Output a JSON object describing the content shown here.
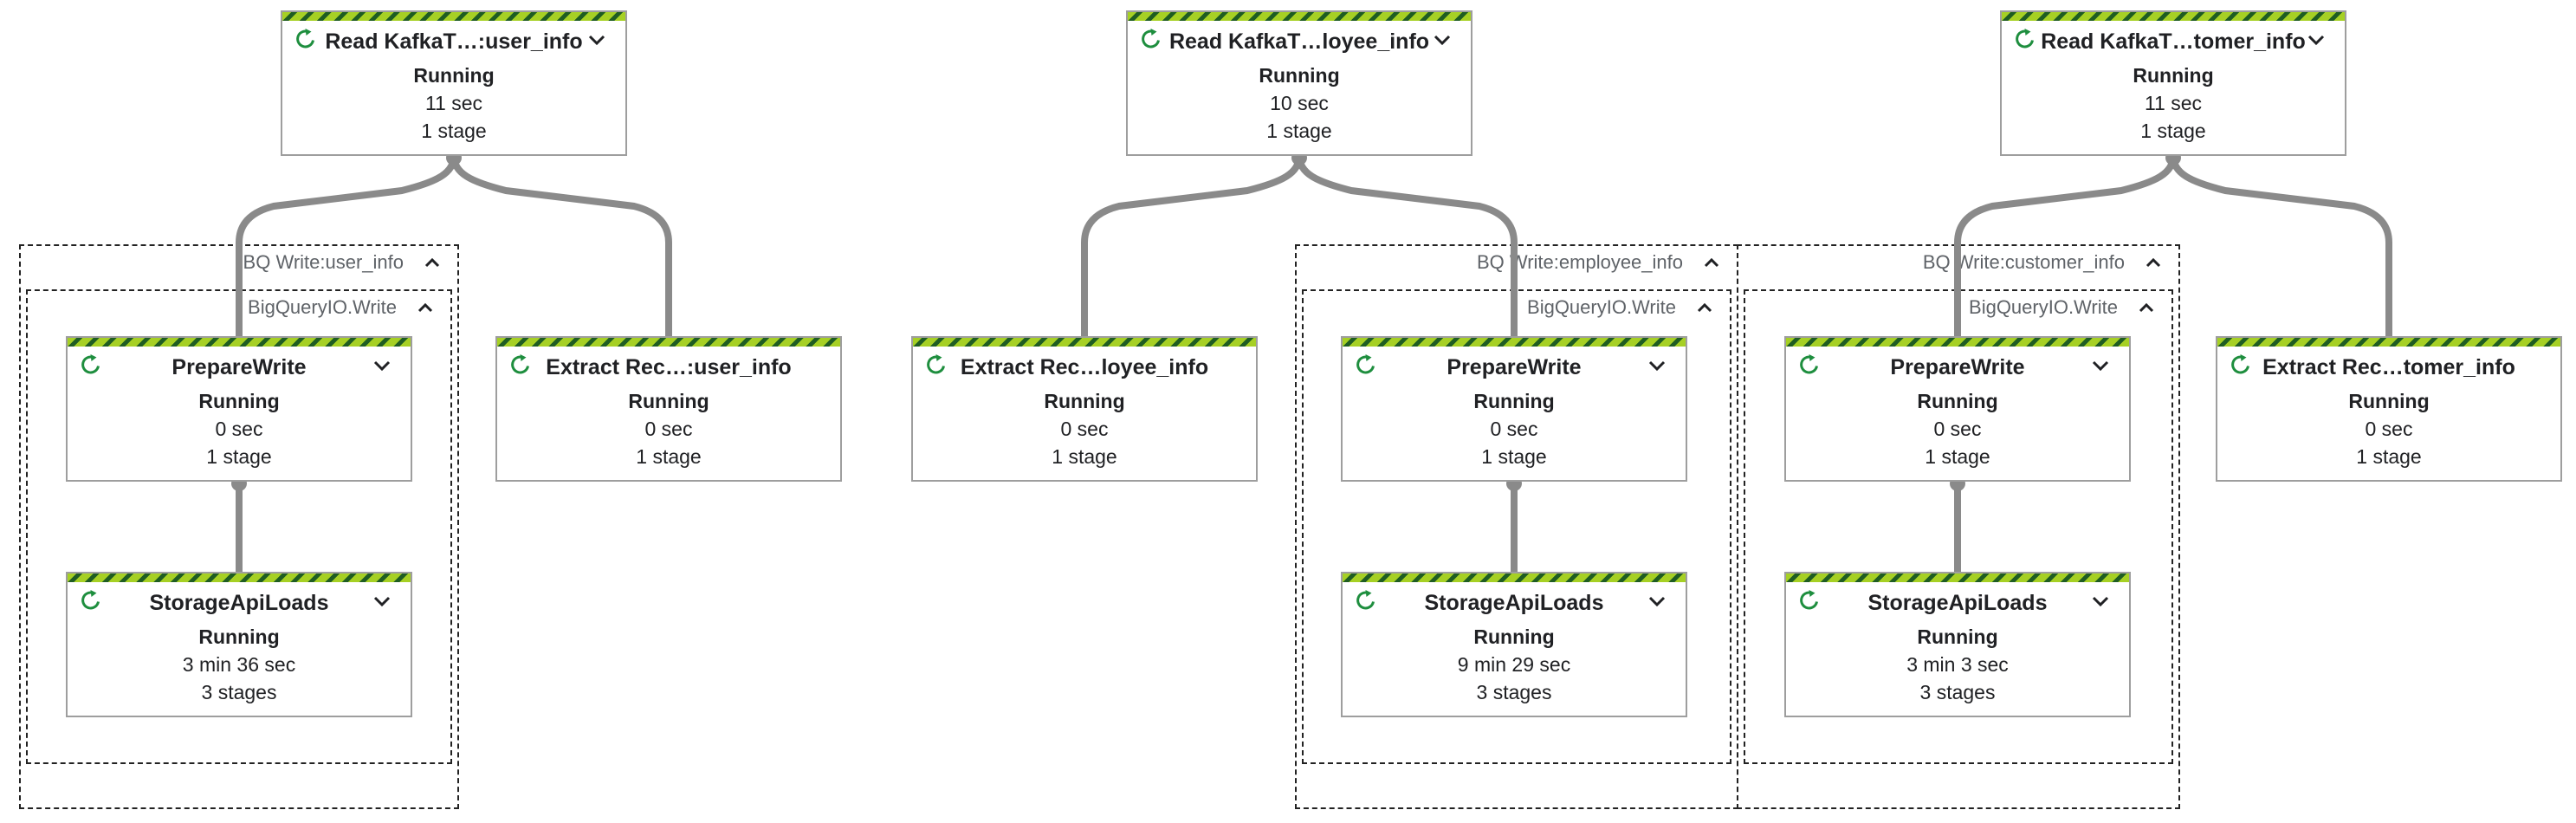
{
  "nodes": [
    {
      "id": "read1",
      "title": "Read KafkaT…:user_info",
      "status": "Running",
      "duration": "11 sec",
      "stages": "1 stage"
    },
    {
      "id": "read2",
      "title": "Read KafkaT…loyee_info",
      "status": "Running",
      "duration": "10 sec",
      "stages": "1 stage"
    },
    {
      "id": "read3",
      "title": "Read KafkaT…tomer_info",
      "status": "Running",
      "duration": "11 sec",
      "stages": "1 stage"
    },
    {
      "id": "prep1",
      "title": "PrepareWrite",
      "status": "Running",
      "duration": "0 sec",
      "stages": "1 stage"
    },
    {
      "id": "extract1",
      "title": "Extract Rec…:user_info",
      "status": "Running",
      "duration": "0 sec",
      "stages": "1 stage"
    },
    {
      "id": "extract2",
      "title": "Extract Rec…loyee_info",
      "status": "Running",
      "duration": "0 sec",
      "stages": "1 stage"
    },
    {
      "id": "prep2",
      "title": "PrepareWrite",
      "status": "Running",
      "duration": "0 sec",
      "stages": "1 stage"
    },
    {
      "id": "prep3",
      "title": "PrepareWrite",
      "status": "Running",
      "duration": "0 sec",
      "stages": "1 stage"
    },
    {
      "id": "extract3",
      "title": "Extract Rec…tomer_info",
      "status": "Running",
      "duration": "0 sec",
      "stages": "1 stage"
    },
    {
      "id": "load1",
      "title": "StorageApiLoads",
      "status": "Running",
      "duration": "3 min 36 sec",
      "stages": "3 stages"
    },
    {
      "id": "load2",
      "title": "StorageApiLoads",
      "status": "Running",
      "duration": "9 min 29 sec",
      "stages": "3 stages"
    },
    {
      "id": "load3",
      "title": "StorageApiLoads",
      "status": "Running",
      "duration": "3 min 3 sec",
      "stages": "3 stages"
    }
  ],
  "groups": [
    {
      "id": "bq1",
      "label": "BQ Write:user_info"
    },
    {
      "id": "bqio1",
      "label": "BigQueryIO.Write"
    },
    {
      "id": "bq2",
      "label": "BQ Write:employee_info"
    },
    {
      "id": "bqio2",
      "label": "BigQueryIO.Write"
    },
    {
      "id": "bq3",
      "label": "BQ Write:customer_info"
    },
    {
      "id": "bqio3",
      "label": "BigQueryIO.Write"
    }
  ],
  "edges": [
    {
      "from": "read1",
      "to": "prep1"
    },
    {
      "from": "read1",
      "to": "extract1"
    },
    {
      "from": "prep1",
      "to": "load1"
    },
    {
      "from": "read2",
      "to": "extract2"
    },
    {
      "from": "read2",
      "to": "prep2"
    },
    {
      "from": "prep2",
      "to": "load2"
    },
    {
      "from": "read3",
      "to": "prep3"
    },
    {
      "from": "read3",
      "to": "extract3"
    },
    {
      "from": "prep3",
      "to": "load3"
    }
  ],
  "colors": {
    "stripe_light": "#a6d024",
    "stripe_dark": "#1f5d22",
    "status_icon": "#1e8e3e",
    "edge": "#8a8a8a",
    "border": "#9e9e9e"
  },
  "icons": {
    "status": "running-refresh-icon",
    "node_toggle": "chevron-down-icon",
    "group_toggle": "chevron-up-icon"
  }
}
